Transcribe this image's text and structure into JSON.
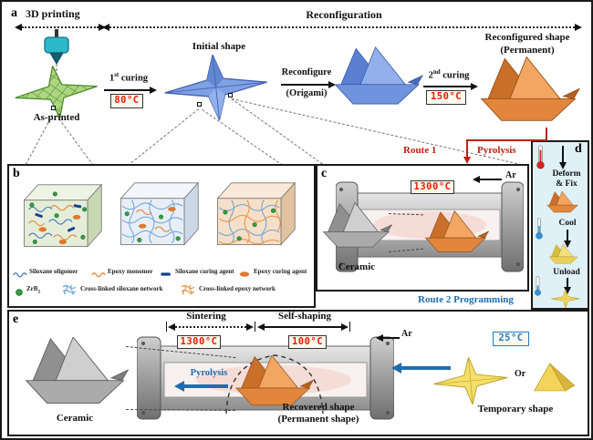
{
  "colors": {
    "route_red": "#bb2211",
    "route_blue": "#1f6db0",
    "led_red": "#e81c00",
    "led_blue": "#1f7ec9",
    "panel_d_bg": "#dff0f7"
  },
  "panel_a": {
    "label": "a",
    "printing": "3D printing",
    "reconfiguration": "Reconfiguration",
    "as_printed": "As-printed",
    "curing1_num": "1",
    "curing1_sup": "st",
    "curing1_rest": " curing",
    "temp1": "80°C",
    "initial_shape": "Initial shape",
    "reconfigure": "Reconfigure",
    "origami": "(Origami)",
    "curing2_num": "2",
    "curing2_sup": "nd",
    "curing2_rest": " curing",
    "temp2": "150°C",
    "reconfigured1": "Reconfigured shape",
    "reconfigured2": "(Permanent)"
  },
  "panel_b": {
    "label": "b",
    "legend": [
      {
        "name": "Siloxane oligomer"
      },
      {
        "name": "Epoxy monomer"
      },
      {
        "name": "Siloxane curing agent"
      },
      {
        "name": "Epoxy curing agent"
      },
      {
        "name": "ZrB",
        "sub": "2"
      },
      {
        "name": "Cross-linked siloxane network"
      },
      {
        "name": "Cross-linked epoxy network"
      }
    ]
  },
  "panel_c": {
    "label": "c",
    "route_name": "Route 1",
    "route_action": "Pyrolysis",
    "temp": "1300°C",
    "ar": "Ar",
    "ceramic": "Ceramic"
  },
  "panel_d": {
    "label": "d",
    "deform": "Deform",
    "fix": "& Fix",
    "cool": "Cool",
    "unload": "Unload",
    "route2": "Route 2 Programming"
  },
  "panel_e": {
    "label": "e",
    "sintering": "Sintering",
    "self_shaping": "Self-shaping",
    "temp_sinter": "1300°C",
    "temp_shape": "100°C",
    "ar": "Ar",
    "ceramic": "Ceramic",
    "pyrolysis": "Pyrolysis",
    "recovered1": "Recovered shape",
    "recovered2": "(Permanent shape)",
    "temp_ambient": "25°C",
    "or": "Or",
    "temporary": "Temporary shape"
  }
}
